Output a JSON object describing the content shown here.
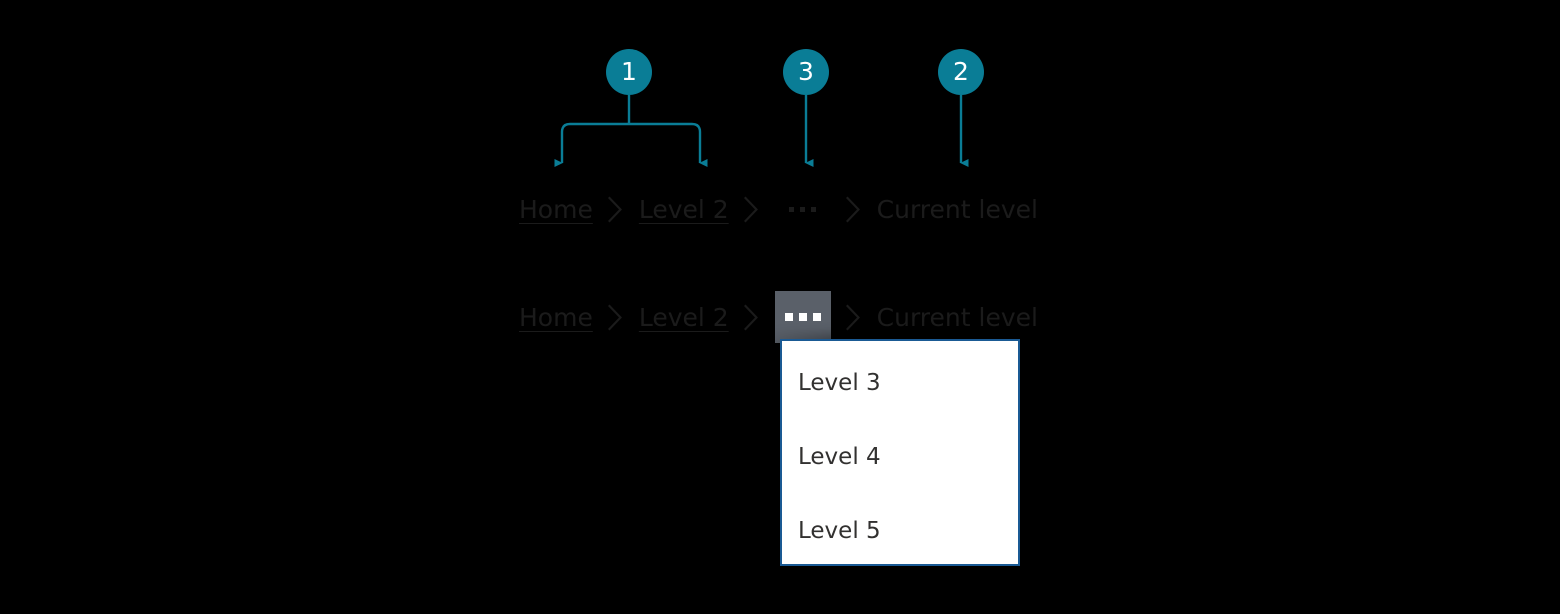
{
  "theme": {
    "background": "#000000",
    "accent_teal": "#0a7d96",
    "link_text": "#1b1b1b",
    "menu_border": "#1a5a94",
    "menu_background": "#ffffff",
    "menu_text": "#323130",
    "ellipsis_hover_background": "#5a6069",
    "ellipsis_hover_dots": "#ffffff"
  },
  "callouts": [
    {
      "id": "1",
      "label": "1",
      "type": "bracket-two-arrows",
      "points_to": [
        "Home",
        "Level 2"
      ]
    },
    {
      "id": "3",
      "label": "3",
      "type": "single-arrow",
      "points_to": [
        "..."
      ]
    },
    {
      "id": "2",
      "label": "2",
      "type": "single-arrow",
      "points_to": [
        "Current level"
      ]
    }
  ],
  "breadcrumb_row_1": {
    "items": [
      {
        "label": "Home",
        "kind": "link"
      },
      {
        "label": "Level 2",
        "kind": "link"
      },
      {
        "label": "...",
        "kind": "ellipsis"
      },
      {
        "label": "Current level",
        "kind": "current"
      }
    ],
    "separator_icon": "chevron-right-icon"
  },
  "breadcrumb_row_2": {
    "items": [
      {
        "label": "Home",
        "kind": "link"
      },
      {
        "label": "Level 2",
        "kind": "link"
      },
      {
        "label": "...",
        "kind": "ellipsis",
        "state": "hover"
      },
      {
        "label": "Current level",
        "kind": "current"
      }
    ],
    "separator_icon": "chevron-right-icon"
  },
  "dropdown_menu": {
    "open": true,
    "items": [
      {
        "label": "Level 3"
      },
      {
        "label": "Level 4"
      },
      {
        "label": "Level 5"
      }
    ]
  }
}
